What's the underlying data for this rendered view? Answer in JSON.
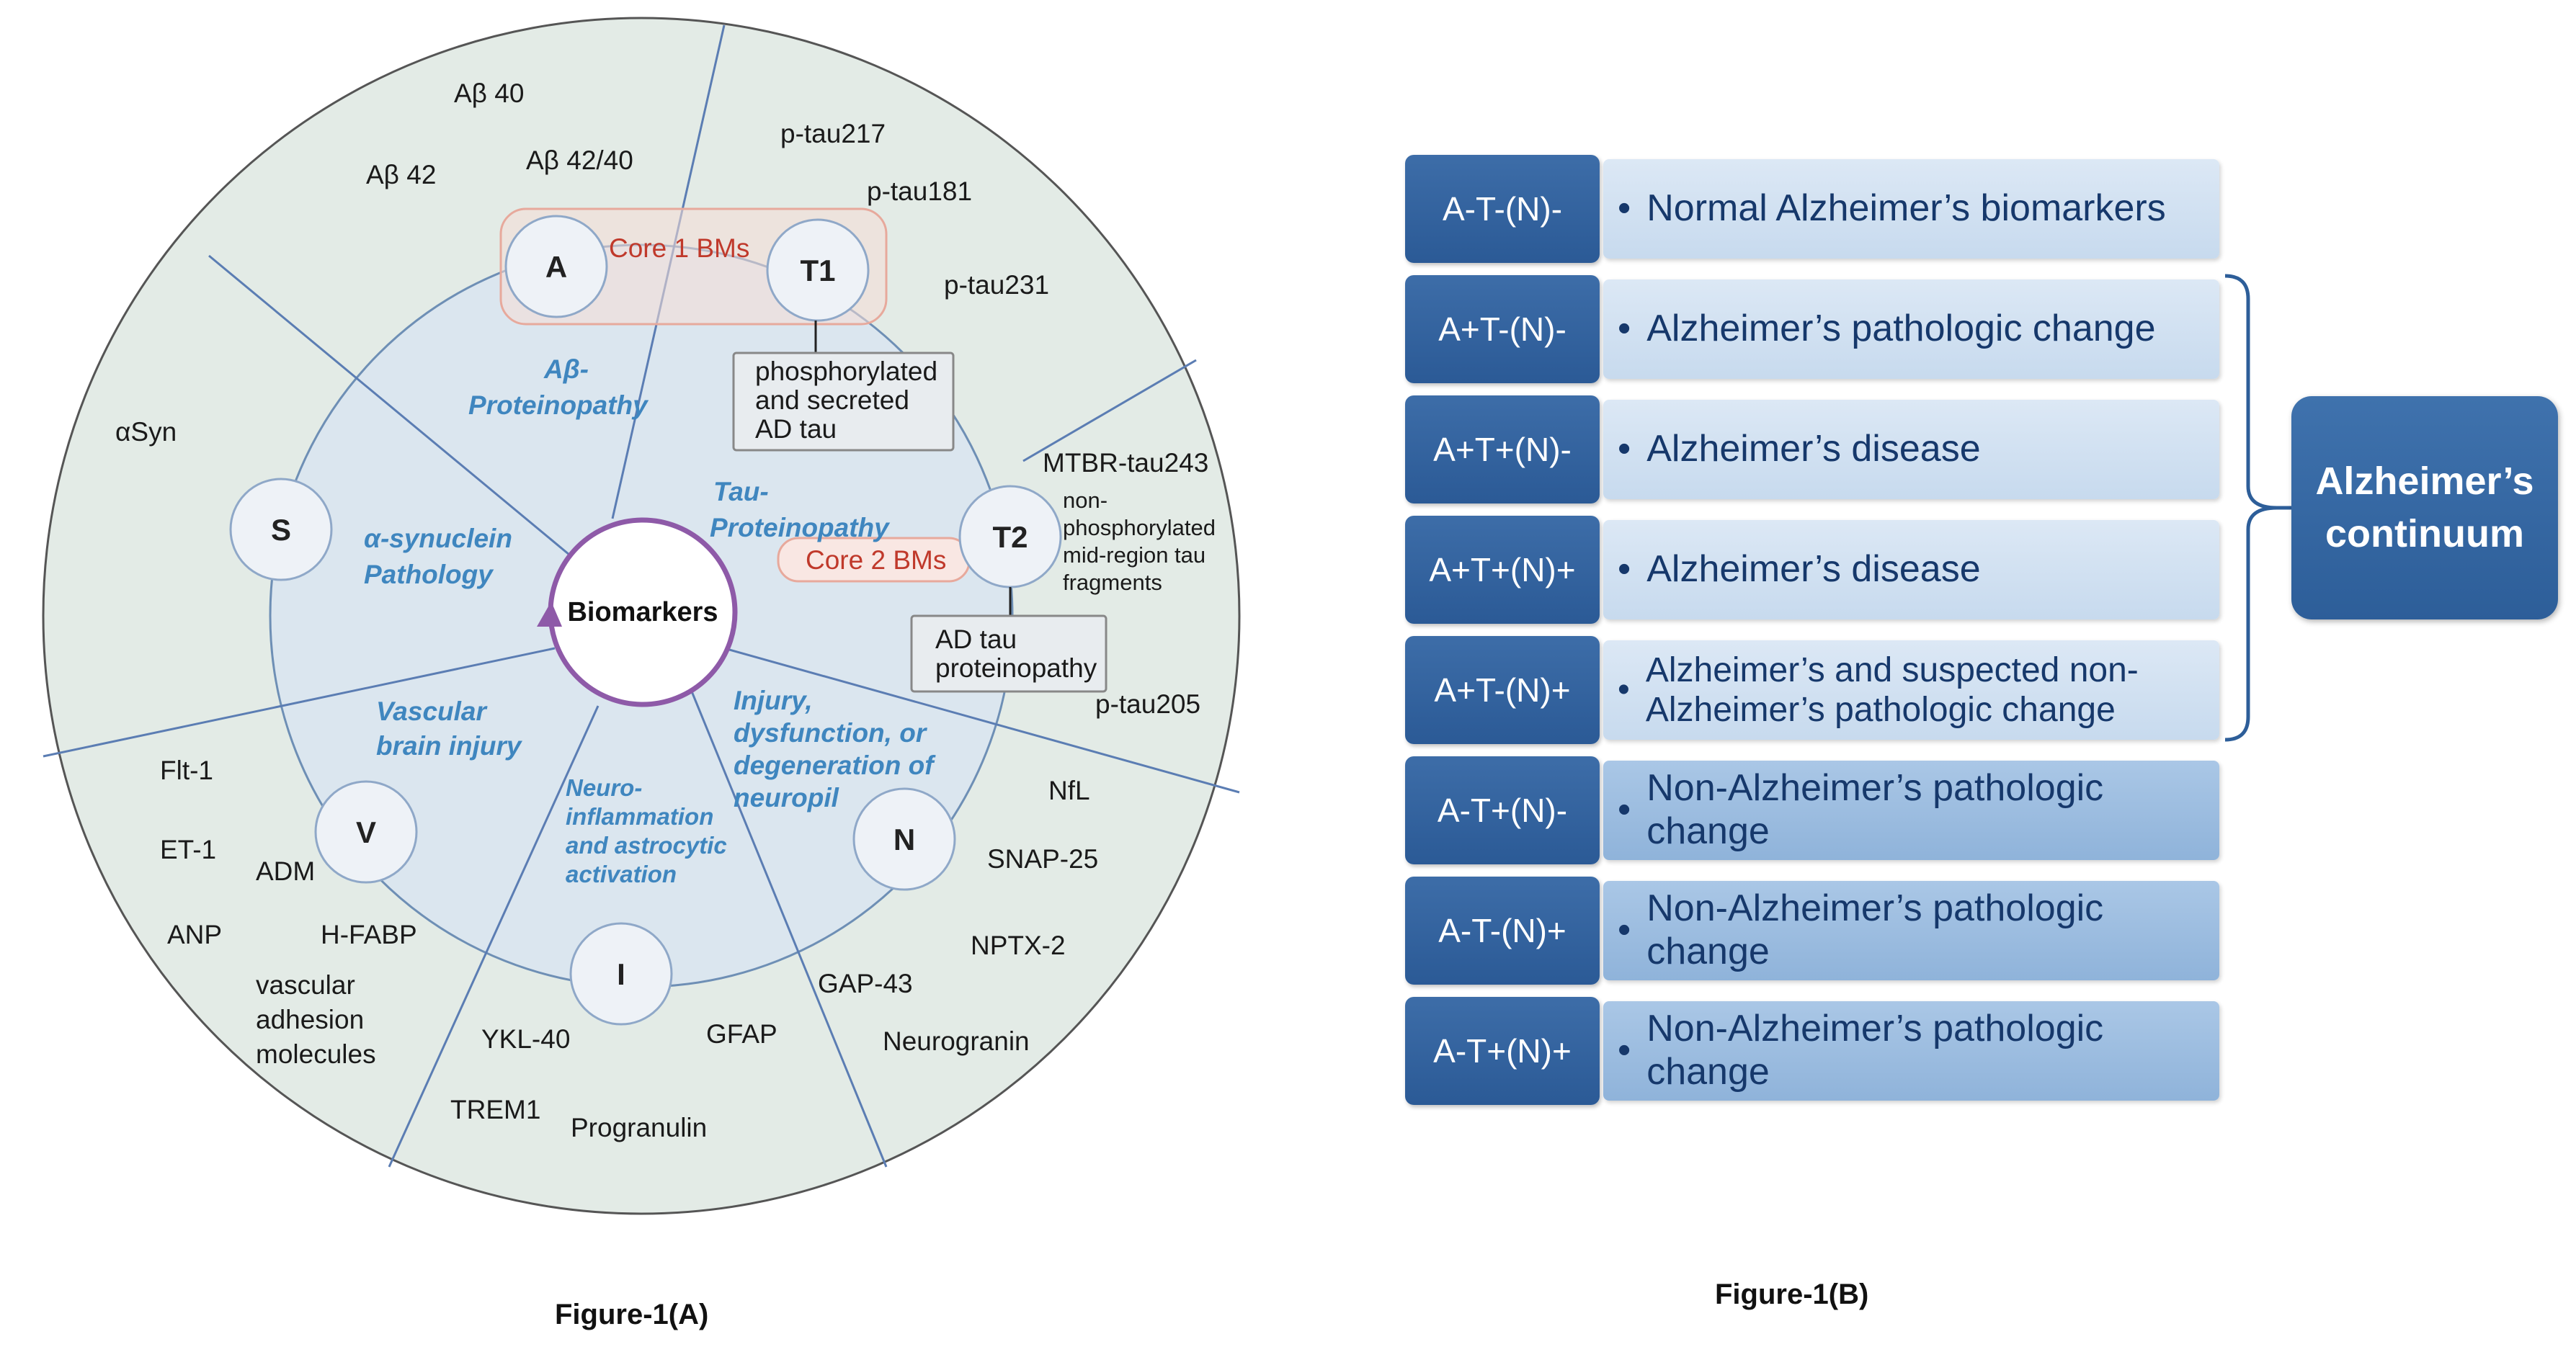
{
  "figure_a": {
    "caption": "Figure-1(A)",
    "center": "Biomarkers",
    "core1": "Core 1 BMs",
    "core2": "Core 2 BMs",
    "nodes": {
      "A": "A",
      "T1": "T1",
      "T2": "T2",
      "S": "S",
      "V": "V",
      "I": "I",
      "N": "N"
    },
    "categories": {
      "abeta_1": "Aβ-",
      "abeta_2": "Proteinopathy",
      "tau_1": "Tau-",
      "tau_2": "Proteinopathy",
      "syn_1": "α-synuclein",
      "syn_2": "Pathology",
      "vasc_1": "Vascular",
      "vasc_2": "brain injury",
      "neuro_1": "Neuro-",
      "neuro_2": "inflammation",
      "neuro_3": "and astrocytic",
      "neuro_4": "activation",
      "inj_1": "Injury,",
      "inj_2": "dysfunction, or",
      "inj_3": "degeneration of",
      "inj_4": "neuropil"
    },
    "tags": {
      "t1_1": "phosphorylated",
      "t1_2": "and secreted",
      "t1_3": "AD tau",
      "t2_1": "AD tau",
      "t2_2": "proteinopathy"
    },
    "biomarkers": {
      "ab40": "Aβ 40",
      "ab42": "Aβ 42",
      "ab4240": "Aβ 42/40",
      "ptau217": "p-tau217",
      "ptau181": "p-tau181",
      "ptau231": "p-tau231",
      "mtbr": "MTBR-tau243",
      "np_1": "non-",
      "np_2": "phosphorylated",
      "np_3": "mid-region tau",
      "np_4": "fragments",
      "ptau205": "p-tau205",
      "asyn": "αSyn",
      "flt1": "Flt-1",
      "et1": "ET-1",
      "adm": "ADM",
      "anp": "ANP",
      "hfabp": "H-FABP",
      "vam_1": "vascular",
      "vam_2": "adhesion",
      "vam_3": "molecules",
      "ykl40": "YKL-40",
      "trem1": "TREM1",
      "progranulin": "Progranulin",
      "gfap": "GFAP",
      "gap43": "GAP-43",
      "neurogranin": "Neurogranin",
      "nptx2": "NPTX-2",
      "snap25": "SNAP-25",
      "nfl": "NfL"
    }
  },
  "figure_b": {
    "caption": "Figure-1(B)",
    "continuum_1": "Alzheimer’s",
    "continuum_2": "continuum",
    "rows": [
      {
        "code": "A-T-(N)-",
        "text": "Normal Alzheimer’s biomarkers"
      },
      {
        "code": "A+T-(N)-",
        "text": "Alzheimer’s pathologic change"
      },
      {
        "code": "A+T+(N)-",
        "text": "Alzheimer’s disease"
      },
      {
        "code": "A+T+(N)+",
        "text": "Alzheimer’s disease"
      },
      {
        "code": "A+T-(N)+",
        "text": "Alzheimer’s and suspected non-Alzheimer’s pathologic change"
      },
      {
        "code": "A-T+(N)-",
        "text": "Non-Alzheimer’s pathologic change"
      },
      {
        "code": "A-T-(N)+",
        "text": "Non-Alzheimer’s pathologic change"
      },
      {
        "code": "A-T+(N)+",
        "text": "Non-Alzheimer’s pathologic change"
      }
    ]
  },
  "colors": {
    "outer_ring": "#e3ebe6",
    "inner_circle": "#dbe6ef",
    "category_text": "#3f86bf",
    "core_text": "#c0392b",
    "center_ring": "#8e5aa8",
    "code_box": "#2b5a96"
  }
}
